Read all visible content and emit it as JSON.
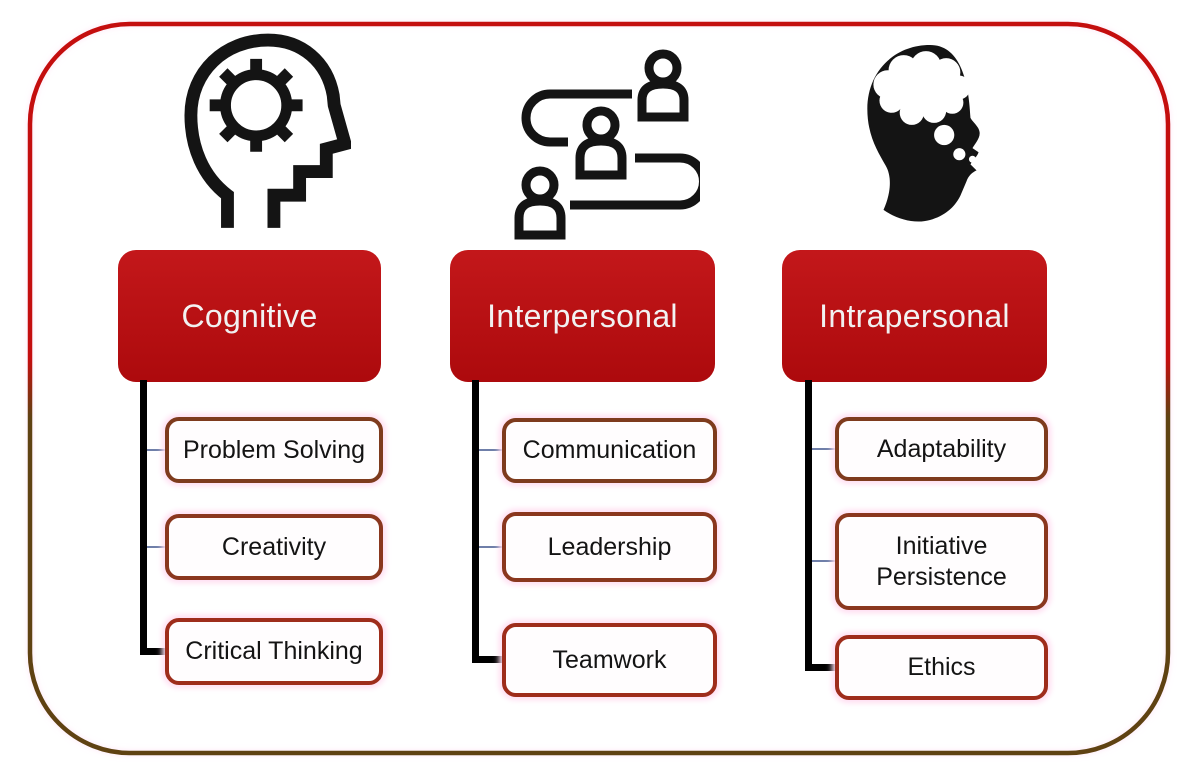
{
  "frame": {
    "border_top_color": "#c40e0e",
    "border_bottom_color": "#5f4212"
  },
  "colors": {
    "header_bg": "#c00b0e",
    "header_text": "#ffffff",
    "item_text": "#141414",
    "item_border_row1": "#7e3b1d",
    "item_border_row2": "#8a371e",
    "item_border_row3": "#9e2d1b",
    "connector": "#000000",
    "thin_connector": "#6f7fa9",
    "glow": "#ffddf1",
    "icon_color": "#141414"
  },
  "columns": [
    {
      "icon": "head-gear-icon",
      "title": "Cognitive",
      "items": [
        "Problem Solving",
        "Creativity",
        "Critical Thinking"
      ]
    },
    {
      "icon": "people-flow-icon",
      "title": "Interpersonal",
      "items": [
        "Communication",
        "Leadership",
        "Teamwork"
      ]
    },
    {
      "icon": "head-thought-icon",
      "title": "Intrapersonal",
      "items": [
        "Adaptability",
        "Initiative Persistence",
        "Ethics"
      ]
    }
  ]
}
